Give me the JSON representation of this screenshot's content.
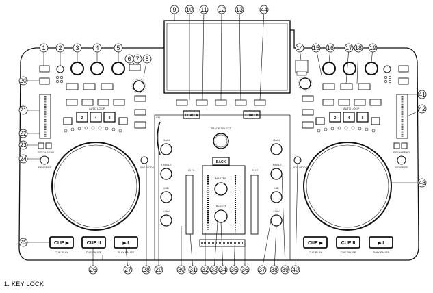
{
  "callouts": [
    "1",
    "2",
    "3",
    "4",
    "5",
    "6",
    "7",
    "8",
    "9",
    "10",
    "11",
    "12",
    "13",
    "44",
    "14",
    "15",
    "16",
    "17",
    "18",
    "19",
    "20",
    "41",
    "21",
    "42",
    "22",
    "23",
    "24",
    "43",
    "25",
    "26",
    "27",
    "28",
    "29",
    "30",
    "31",
    "32",
    "33",
    "34",
    "35",
    "36",
    "37",
    "38",
    "39",
    "40"
  ],
  "buttons": {
    "load_a": "LOAD A",
    "load_b": "LOAD B",
    "back": "BACK",
    "track_select": "TRACK SELECT",
    "cue_play_left": "CUE ▶",
    "cue_pause_left": "CUE II",
    "play_pause_left": "▶II",
    "cue_play_right": "CUE ▶",
    "cue_pause_right": "CUE II",
    "play_pause_right": "▶II"
  },
  "labels": {
    "cue_play": "CUE PLAY",
    "cue_pause": "CUE PAUSE",
    "play_pause": "PLAY PAUSE",
    "auto_loop": "AUTO LOOP",
    "pitch_bend": "PITCH BEND",
    "reverse": "REVERSE",
    "jog_mode": "JOG MODE",
    "ch1": "CH 1",
    "ch2": "CH 2",
    "gain": "GAIN",
    "treble": "TREBLE",
    "mid": "MID",
    "low": "LOW",
    "master": "MASTER",
    "booth": "BOOTH",
    "loop_values": [
      "2",
      "4",
      "8"
    ]
  },
  "caption": "1.     KEY LOCK"
}
